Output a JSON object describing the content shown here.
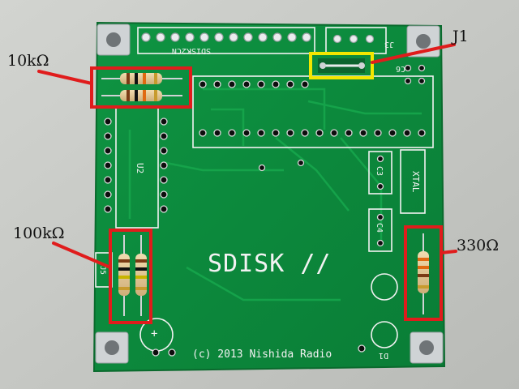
{
  "board": {
    "name": "SDISK2CN",
    "title": "SDISK //",
    "copyright": "(c) 2013 Nishida Radio",
    "silkscreen": {
      "u2": "U2",
      "c3": "C3",
      "c4": "C4",
      "c6": "C6",
      "j3": "J3",
      "j5": "J5",
      "xtal": "XTAL",
      "d1": "D1",
      "plus": "+"
    }
  },
  "callouts": {
    "r10k": "10kΩ",
    "r100k": "100kΩ",
    "r330": "330Ω",
    "j1": "J1"
  },
  "colors": {
    "pcb": "#0c8a3c",
    "silk": "#f2f2f2",
    "pad": "#cfd3d5",
    "highlight_red": "#e01c1c",
    "highlight_yellow": "#f2e600",
    "background": "#c6c8c4"
  }
}
